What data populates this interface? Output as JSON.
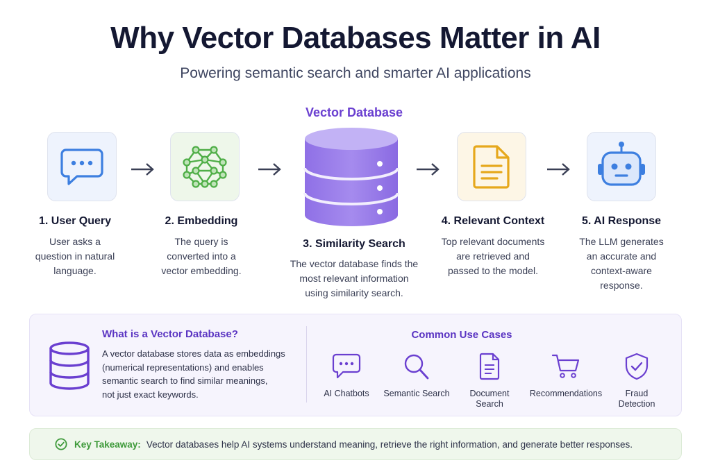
{
  "header": {
    "title": "Why Vector Databases Matter in AI",
    "subtitle": "Powering semantic search and smarter AI applications"
  },
  "center_label": "Vector Database",
  "steps": [
    {
      "title": "1. User Query",
      "desc_lines": [
        "User asks a",
        "question in natural",
        "language."
      ],
      "icon": "chat-bubble-icon"
    },
    {
      "title": "2. Embedding",
      "desc_lines": [
        "The query is",
        "converted into a",
        "vector embedding."
      ],
      "icon": "network-graph-icon"
    },
    {
      "title": "3. Similarity Search",
      "desc_lines": [
        "The vector database finds the",
        "most relevant information",
        "using similarity search."
      ],
      "icon": "database-cylinder-icon"
    },
    {
      "title": "4. Relevant Context",
      "desc_lines": [
        "Top relevant documents",
        "are retrieved and",
        "passed to the model."
      ],
      "icon": "document-icon"
    },
    {
      "title": "5. AI Response",
      "desc_lines": [
        "The LLM generates",
        "an accurate and",
        "context-aware",
        "response."
      ],
      "icon": "robot-icon"
    }
  ],
  "what_is": {
    "title": "What is a Vector Database?",
    "lines": [
      "A vector database stores data as embeddings",
      "(numerical representations) and enables",
      "semantic search to find similar meanings,",
      "not just exact keywords."
    ]
  },
  "use_cases": {
    "title": "Common Use Cases",
    "items": [
      {
        "lines": [
          "AI Chatbots"
        ],
        "icon": "chat-bubble-icon"
      },
      {
        "lines": [
          "Semantic Search"
        ],
        "icon": "magnifier-icon"
      },
      {
        "lines": [
          "Document",
          "Search"
        ],
        "icon": "document-icon"
      },
      {
        "lines": [
          "Recommendations"
        ],
        "icon": "shopping-cart-icon"
      },
      {
        "lines": [
          "Fraud",
          "Detection"
        ],
        "icon": "shield-check-icon"
      }
    ]
  },
  "takeaway": {
    "label": "Key Takeaway:",
    "text": "Vector databases help AI systems understand meaning, retrieve the right information, and generate better responses."
  },
  "colors": {
    "accent_purple": "#6a3fd0",
    "chat_blue": "#3d7fe0",
    "embed_green": "#4fae47",
    "doc_yellow": "#e6a81c",
    "takeaway_green": "#3e9a3a"
  }
}
